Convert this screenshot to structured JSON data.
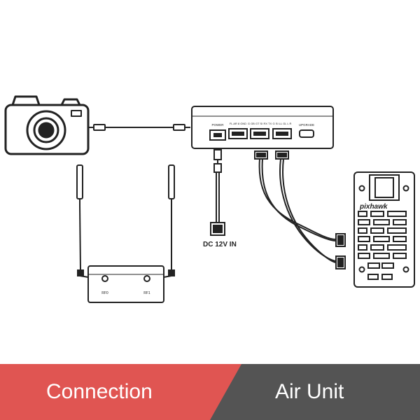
{
  "hub": {
    "port_labels": [
      "POWER",
      "FL AR 8 GND",
      "G GB GT SI RX TX",
      "G SI LL GL L R",
      "UPGRADE"
    ]
  },
  "power_label": "DC 12V IN",
  "ground_unit": {
    "left_label": "RF0",
    "right_label": "RF1"
  },
  "pixhawk": {
    "logo_text": "pixhawk"
  },
  "footer": {
    "left_text": "Connection",
    "right_text": "Air Unit"
  },
  "colors": {
    "left_band": "#e05552",
    "right_band": "#545454",
    "line": "#222222"
  }
}
